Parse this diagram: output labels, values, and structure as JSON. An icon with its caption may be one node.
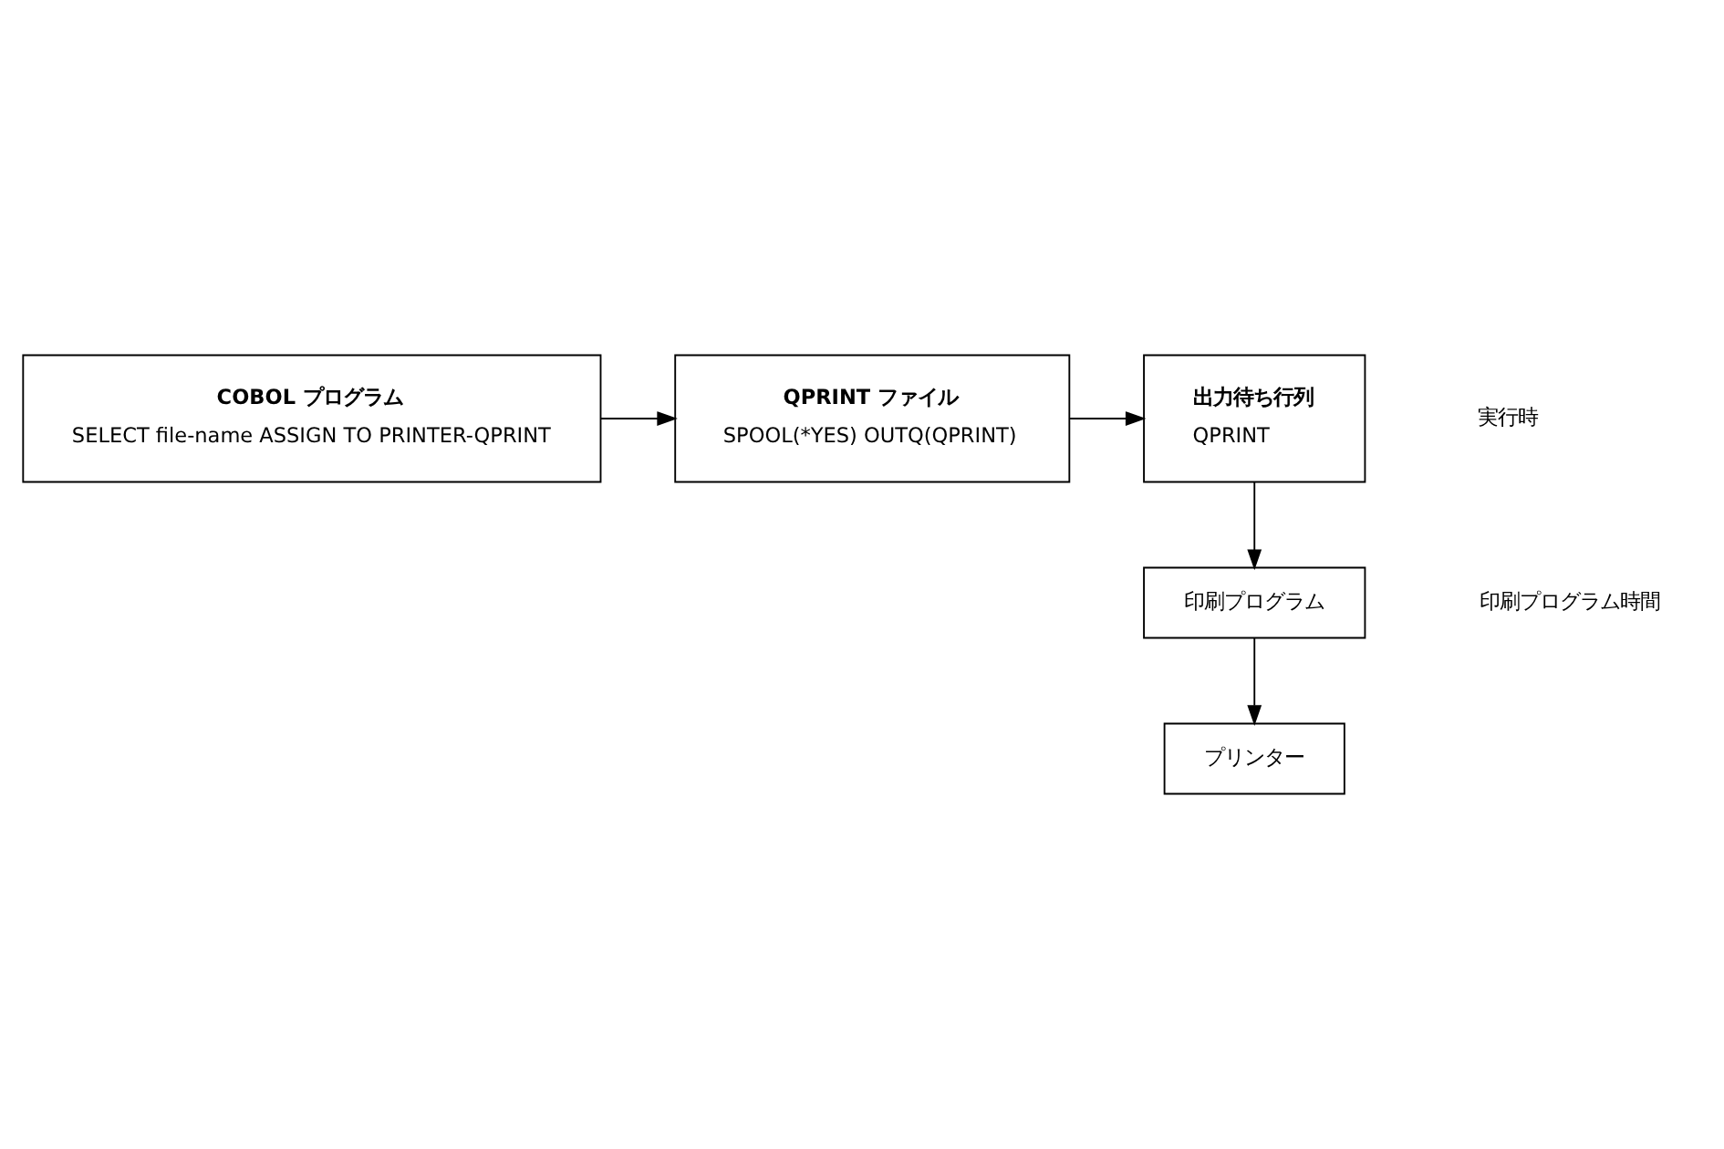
{
  "diagram": {
    "nodes": [
      {
        "text": [
          "COBOL プログラム",
          "SELECT file-name ASSIGN TO PRINTER-QPRINT"
        ]
      },
      {
        "text": [
          "QPRINT ファイル",
          "SPOOL(*YES) OUTQ(QPRINT)"
        ]
      },
      {
        "text": [
          "出力待ち行列",
          "QPRINT"
        ]
      },
      {
        "text": [
          "印刷プログラム"
        ]
      },
      {
        "text": [
          "プリンター"
        ]
      }
    ],
    "edges": [
      {
        "from": 0,
        "to": 1,
        "arrow": "to"
      },
      {
        "from": 1,
        "to": 2,
        "arrow": "to"
      },
      {
        "from": 2,
        "to": 3,
        "arrow": "to"
      },
      {
        "from": 3,
        "to": 4,
        "arrow": "to"
      }
    ],
    "labels": [
      "実行時",
      "印刷プログラム時間"
    ]
  }
}
